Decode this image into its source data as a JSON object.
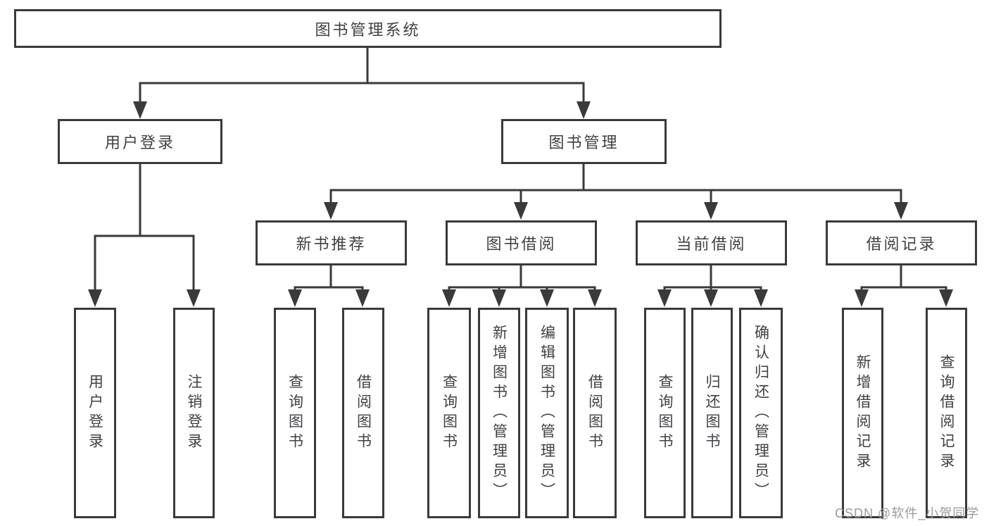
{
  "colors": {
    "ink": "#3a3a3a",
    "text": "#404046",
    "watermark": "#9b9b9b",
    "bg": "#ffffff"
  },
  "tree": {
    "root": {
      "label": "图书管理系统",
      "children": [
        {
          "label": "用户登录",
          "children": [
            {
              "label": "用户登录"
            },
            {
              "label": "注销登录"
            }
          ]
        },
        {
          "label": "图书管理",
          "children": [
            {
              "label": "新书推荐",
              "children": [
                {
                  "label": "查询图书"
                },
                {
                  "label": "借阅图书"
                }
              ]
            },
            {
              "label": "图书借阅",
              "children": [
                {
                  "label": "查询图书"
                },
                {
                  "label": "新增图书（管理员）"
                },
                {
                  "label": "编辑图书（管理员）"
                },
                {
                  "label": "借阅图书"
                }
              ]
            },
            {
              "label": "当前借阅",
              "children": [
                {
                  "label": "查询图书"
                },
                {
                  "label": "归还图书"
                },
                {
                  "label": "确认归还（管理员）"
                }
              ]
            },
            {
              "label": "借阅记录",
              "children": [
                {
                  "label": "新增借阅记录"
                },
                {
                  "label": "查询借阅记录"
                }
              ]
            }
          ]
        }
      ]
    }
  },
  "watermark": {
    "text": "CSDN @软件_小贺同学"
  }
}
